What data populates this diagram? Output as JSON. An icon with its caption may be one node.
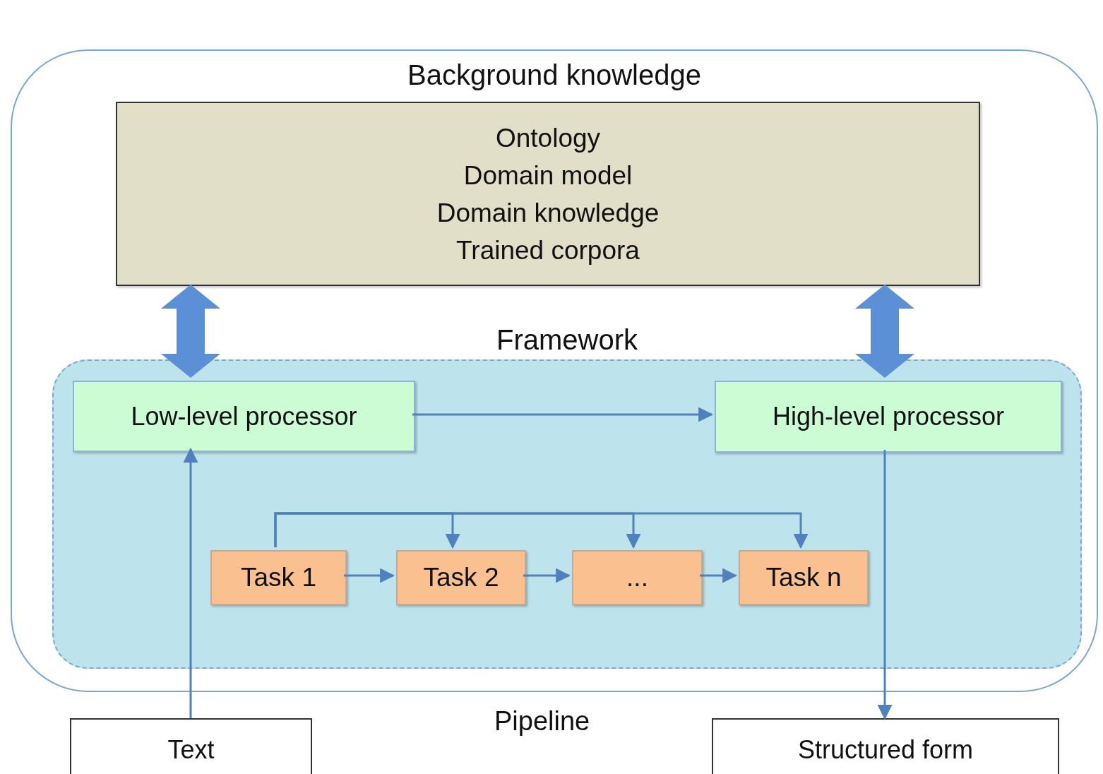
{
  "diagram": {
    "nodes": [
      {
        "text": [
          "Background knowledge"
        ]
      },
      {
        "text": [
          "Ontology",
          "Domain model",
          "Domain knowledge",
          "Trained corpora"
        ],
        "in": 0
      },
      {
        "text": [
          "Framework"
        ],
        "in": 0
      },
      {
        "text": [
          "Low-level processor"
        ],
        "in": 2
      },
      {
        "text": [
          "High-level processor"
        ],
        "in": 2
      },
      {
        "text": [
          "Task 1"
        ],
        "in": 2
      },
      {
        "text": [
          "Task 2"
        ],
        "in": 2
      },
      {
        "text": [
          "..."
        ],
        "in": 2
      },
      {
        "text": [
          "Task n"
        ],
        "in": 2
      },
      {
        "text": [
          "Text"
        ]
      },
      {
        "text": [
          "Structured form"
        ]
      }
    ],
    "edges": [
      {
        "from": 1,
        "to": 3,
        "arrow": "both",
        "style": "thick"
      },
      {
        "from": 1,
        "to": 4,
        "arrow": "both",
        "style": "thick"
      },
      {
        "from": 3,
        "to": 4,
        "arrow": "to"
      },
      {
        "from": 9,
        "to": 3,
        "arrow": "to"
      },
      {
        "from": 4,
        "to": 10,
        "arrow": "to"
      },
      {
        "from": 5,
        "to": 6,
        "arrow": "to"
      },
      {
        "from": 6,
        "to": 7,
        "arrow": "to"
      },
      {
        "from": 7,
        "to": 8,
        "arrow": "to"
      },
      {
        "from": 5,
        "to": 6,
        "arrow": "to"
      },
      {
        "from": 5,
        "to": 7,
        "arrow": "to"
      },
      {
        "from": 5,
        "to": 8,
        "arrow": "to"
      }
    ],
    "labels": [
      "Pipeline"
    ]
  }
}
